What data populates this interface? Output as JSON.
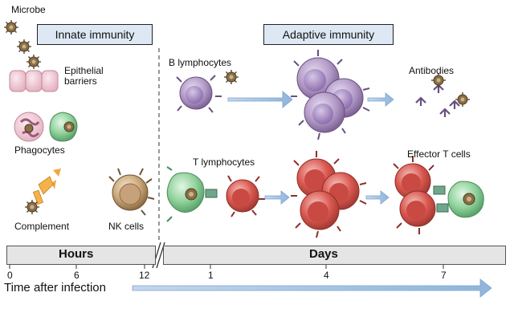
{
  "innate": {
    "title": "Innate immunity",
    "labels": {
      "microbe": "Microbe",
      "epithelial": "Epithelial\nbarriers",
      "phagocytes": "Phagocytes",
      "complement": "Complement",
      "nk": "NK cells"
    }
  },
  "adaptive": {
    "title": "Adaptive immunity",
    "labels": {
      "b_lymph": "B lymphocytes",
      "antibodies": "Antibodies",
      "t_lymph": "T lymphocytes",
      "effector": "Effector T cells"
    }
  },
  "timeline": {
    "hours": "Hours",
    "days": "Days",
    "ticks": [
      "0",
      "6",
      "12",
      "1",
      "4",
      "7"
    ],
    "axis_label": "Time after infection"
  },
  "colors": {
    "box_fill": "#dde8f4",
    "b_cell": "#b39bc8",
    "t_cell": "#d9574f",
    "phagocyte": "#8fd29b",
    "microbe": "#8a6f45",
    "arrow": "#9ebfdf"
  }
}
